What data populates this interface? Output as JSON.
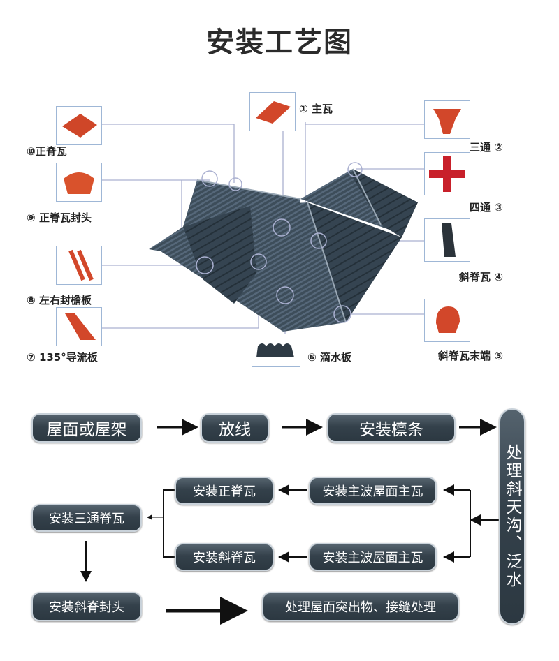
{
  "title": "安装工艺图",
  "parts": [
    {
      "num": "①",
      "name": "主瓦"
    },
    {
      "num": "②",
      "name": "三通"
    },
    {
      "num": "③",
      "name": "四通"
    },
    {
      "num": "④",
      "name": "斜脊瓦"
    },
    {
      "num": "⑤",
      "name": "斜脊瓦末端"
    },
    {
      "num": "⑥",
      "name": "滴水板"
    },
    {
      "num": "⑦",
      "name": "135°导流板"
    },
    {
      "num": "⑧",
      "name": "左右封檐板"
    },
    {
      "num": "⑨",
      "name": "正脊瓦封头"
    },
    {
      "num": "⑩",
      "name": "正脊瓦"
    }
  ],
  "flow": {
    "step1": "屋面或屋架",
    "step2": "放线",
    "step3": "安装檩条",
    "step4": "处理斜天沟、泛水",
    "step5a": "安装主波屋面主瓦",
    "step5b": "安装主波屋面主瓦",
    "step6a": "安装正脊瓦",
    "step6b": "安装斜脊瓦",
    "step7": "安装三通脊瓦",
    "step8": "安装斜脊封头",
    "step9": "处理屋面突出物、接缝处理"
  },
  "colors": {
    "node": "#34414b",
    "tile": "#d2472a",
    "roof": "#3a4a57"
  }
}
